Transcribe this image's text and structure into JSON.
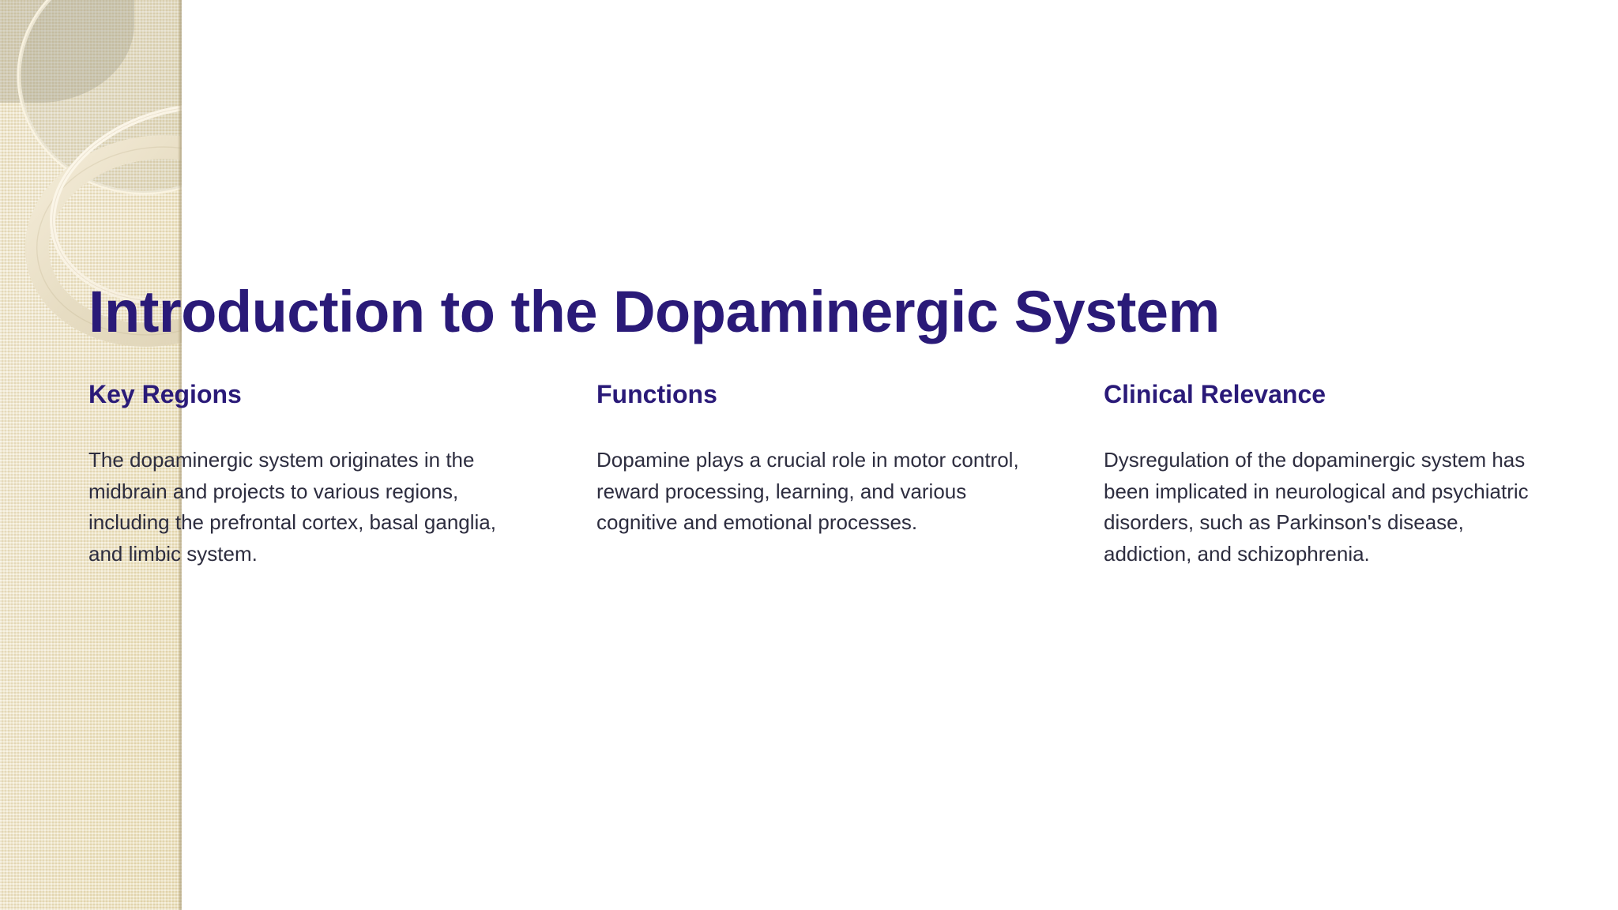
{
  "slide": {
    "title": "Introduction to the Dopaminergic System",
    "background_color": "#ffffff",
    "title_color": "#2a1a78",
    "heading_color": "#2a1a78",
    "body_color": "#2d2d3f",
    "sidebar_color": "#ece2c3"
  },
  "columns": [
    {
      "heading": "Key Regions",
      "body": "The dopaminergic system originates in the midbrain and projects to various regions, including the prefrontal cortex, basal ganglia, and limbic system."
    },
    {
      "heading": "Functions",
      "body": "Dopamine plays a crucial role in motor control, reward processing, learning, and various cognitive and emotional processes."
    },
    {
      "heading": "Clinical Relevance",
      "body": "Dysregulation of the dopaminergic system has been implicated in neurological and psychiatric disorders, such as Parkinson's disease, addiction, and schizophrenia."
    }
  ]
}
